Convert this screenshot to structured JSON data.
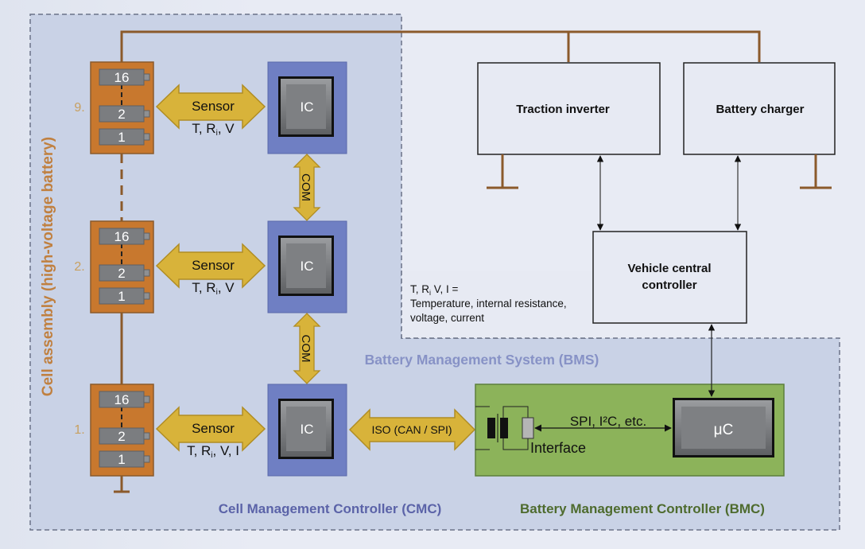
{
  "colors": {
    "background": "#e7eaf3",
    "bms_region": "#c9d2e6",
    "dashed_border": "#6a7388",
    "cell_module": "#c8782e",
    "cell_module_border": "#8b5a2b",
    "cell": "#7b7d80",
    "wire": "#8b5a2b",
    "ic_outer": "#6f7fc3",
    "ic_inner": "#7e8083",
    "arrow_fill": "#d8b33a",
    "arrow_stroke": "#b08d24",
    "bmc_fill": "#8cb35a",
    "bmc_border": "#5d7f3c",
    "cmc_label": "#5b63a8",
    "bmc_label": "#4e6b2e",
    "bms_label": "#8792c6",
    "cell_assembly_label": "#c08040"
  },
  "labels": {
    "cell_assembly": "Cell assembly (high-voltage battery)",
    "bms": "Battery Management System (BMS)",
    "cmc": "Cell Management Controller (CMC)",
    "bmc": "Battery Management Controller (BMC)",
    "legend_line1": "T, R",
    "legend_sub": "i",
    "legend_line1_rest": " V, I =",
    "legend_line2": "Temperature, internal resistance,",
    "legend_line3": "voltage, current"
  },
  "modules": [
    {
      "index_label": "9.",
      "cells": [
        "16",
        "2",
        "1"
      ],
      "sensor_label": "Sensor",
      "sensor_values": "T, R",
      "sensor_sub": "i",
      "sensor_rest": ", V",
      "ic_label": "IC"
    },
    {
      "index_label": "2.",
      "cells": [
        "16",
        "2",
        "1"
      ],
      "sensor_label": "Sensor",
      "sensor_values": "T, R",
      "sensor_sub": "i",
      "sensor_rest": ", V",
      "ic_label": "IC"
    },
    {
      "index_label": "1.",
      "cells": [
        "16",
        "2",
        "1"
      ],
      "sensor_label": "Sensor",
      "sensor_values": "T, R",
      "sensor_sub": "i",
      "sensor_rest": ", V, I",
      "ic_label": "IC"
    }
  ],
  "com_links": [
    "COM",
    "COM"
  ],
  "iso_link": "ISO (CAN / SPI)",
  "bmc": {
    "interface_label": "Interface",
    "bus_label": "SPI, I²C, etc.",
    "mcu_label": "μC"
  },
  "vehicle": {
    "traction_inverter": "Traction inverter",
    "battery_charger": "Battery charger",
    "central_controller_line1": "Vehicle central",
    "central_controller_line2": "controller"
  }
}
